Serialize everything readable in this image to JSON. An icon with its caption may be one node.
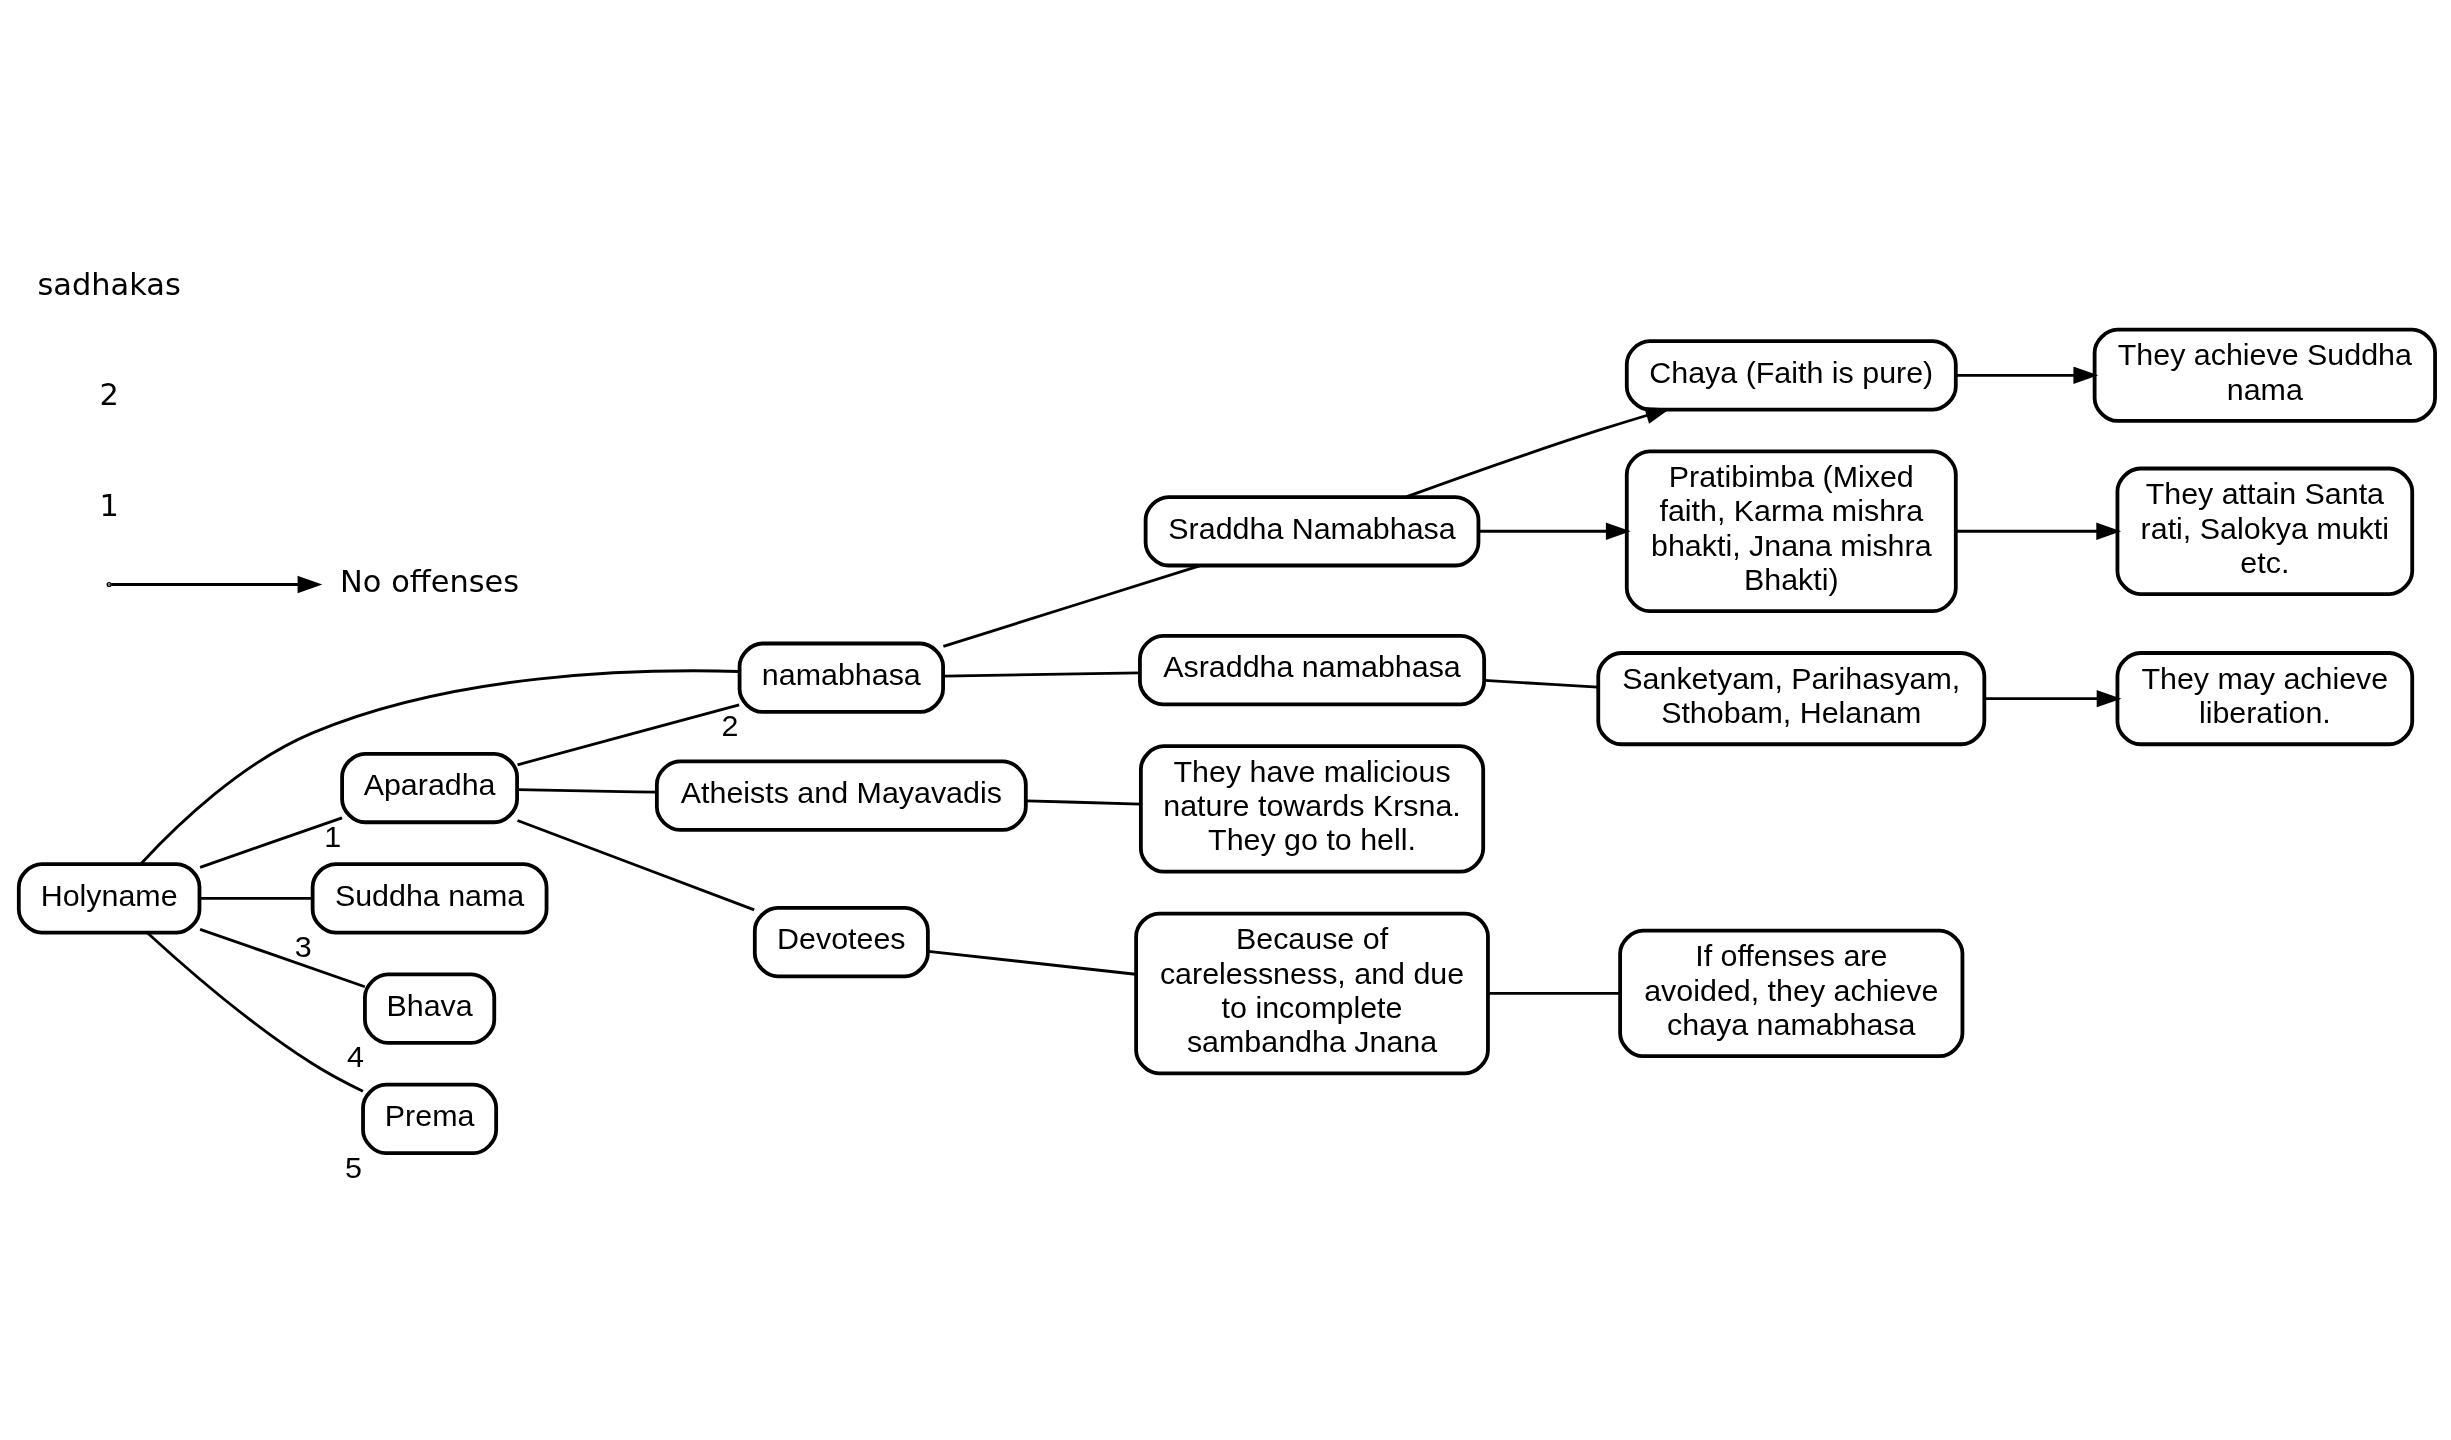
{
  "diagram": {
    "nodes": [
      {
        "text": [
          "Holyname"
        ]
      },
      {
        "text": [
          "Aparadha"
        ],
        "beside": [
          "1"
        ]
      },
      {
        "text": [
          "namabhasa"
        ],
        "beside": [
          "2"
        ]
      },
      {
        "text": [
          "Suddha nama"
        ],
        "beside": [
          "3"
        ]
      },
      {
        "text": [
          "Bhava"
        ],
        "beside": [
          "4"
        ]
      },
      {
        "text": [
          "Prema"
        ],
        "beside": [
          "5"
        ]
      },
      {
        "text": [
          "Atheists and Mayavadis"
        ]
      },
      {
        "text": [
          "Devotees"
        ]
      },
      {
        "text": [
          "They have malicious nature towards Krsna. They go to hell."
        ]
      },
      {
        "text": [
          "Because of carelessness, and due to incomplete sambandha Jnana"
        ]
      },
      {
        "text": [
          "If offenses are avoided, they achieve chaya namabhasa"
        ]
      },
      {
        "text": [
          "Sraddha Namabhasa"
        ]
      },
      {
        "text": [
          "Asraddha namabhasa"
        ]
      },
      {
        "text": [
          "Chaya (Faith is pure)"
        ]
      },
      {
        "text": [
          "Pratibimba (Mixed faith, Karma mishra bhakti, Jnana mishra Bhakti)"
        ]
      },
      {
        "text": [
          "They achieve Suddha nama"
        ]
      },
      {
        "text": [
          "They attain Santa rati, Salokya mukti etc."
        ]
      },
      {
        "text": [
          "Sanketyam, Parihasyam, Sthobam, Helanam"
        ]
      },
      {
        "text": [
          "They may achieve liberation."
        ]
      },
      {
        "text": [
          "No offenses"
        ]
      }
    ],
    "edges": [
      {
        "from": 0,
        "to": 1,
        "arrow": "none"
      },
      {
        "from": 0,
        "to": 2,
        "arrow": "none"
      },
      {
        "from": 0,
        "to": 3,
        "arrow": "none"
      },
      {
        "from": 0,
        "to": 4,
        "arrow": "none"
      },
      {
        "from": 0,
        "to": 5,
        "arrow": "none"
      },
      {
        "from": 1,
        "to": 6,
        "arrow": "none"
      },
      {
        "from": 1,
        "to": 7,
        "arrow": "none"
      },
      {
        "from": 6,
        "to": 8,
        "arrow": "none"
      },
      {
        "from": 7,
        "to": 9,
        "arrow": "none"
      },
      {
        "from": 9,
        "to": 10,
        "arrow": "none"
      },
      {
        "from": 2,
        "to": 11,
        "arrow": "none"
      },
      {
        "from": 2,
        "to": 12,
        "arrow": "none"
      },
      {
        "from": 11,
        "to": 13,
        "arrow": "to"
      },
      {
        "from": 11,
        "to": 14,
        "arrow": "to"
      },
      {
        "from": 13,
        "to": 15,
        "arrow": "to"
      },
      {
        "from": 14,
        "to": 16,
        "arrow": "to"
      },
      {
        "from": 12,
        "to": 17,
        "arrow": "none"
      },
      {
        "from": 17,
        "to": 18,
        "arrow": "to"
      },
      {
        "from": 1,
        "to": 2,
        "arrow": "none"
      },
      {
        "from": null,
        "to": 19,
        "arrow": "to"
      }
    ],
    "labels": [
      "1",
      "2",
      "sadhakas"
    ]
  }
}
